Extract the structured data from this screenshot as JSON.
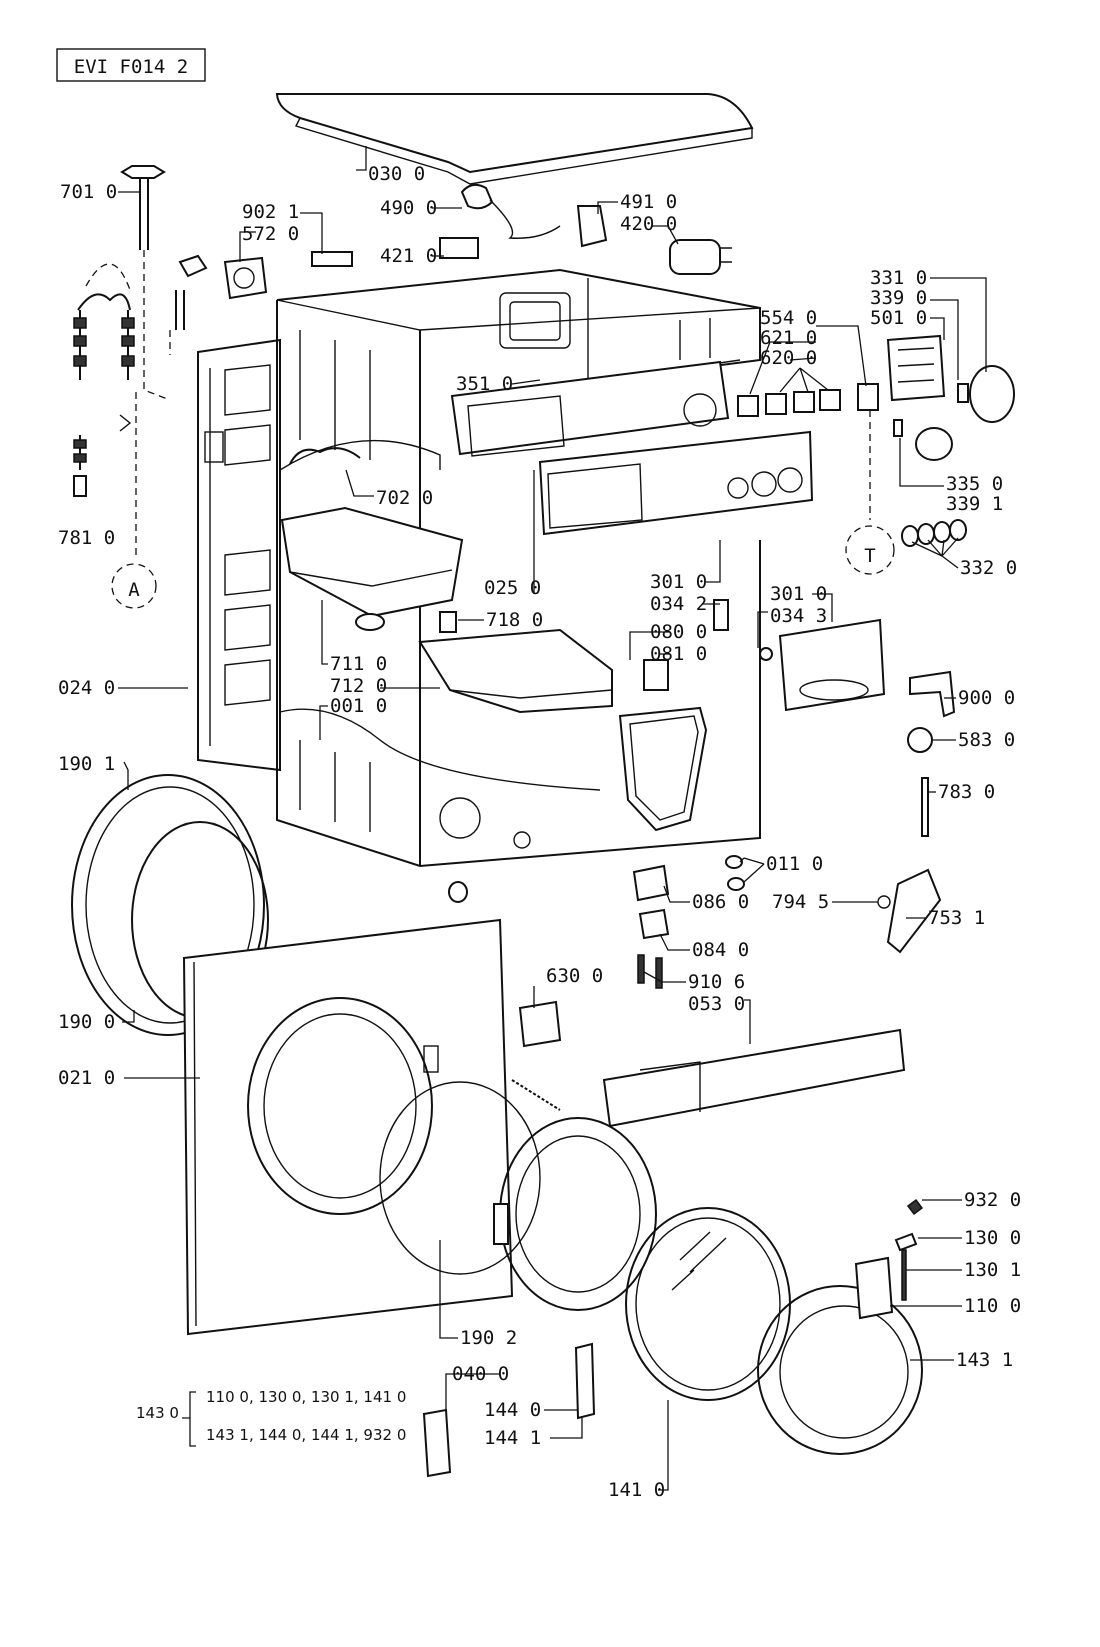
{
  "model_code": "EVI F014 2",
  "callouts": {
    "c0300": "030 0",
    "c7010": "701 0",
    "c4900": "490 0",
    "c4910": "491 0",
    "c4200": "420 0",
    "c9021": "902 1",
    "c5720": "572 0",
    "c4210": "421 0",
    "c3310": "331 0",
    "c3390": "339 0",
    "c5010": "501 0",
    "c5540": "554 0",
    "c6210": "621 0",
    "c6200": "620 0",
    "c3510": "351 0",
    "c3350": "335 0",
    "c3391": "339 1",
    "c7020": "702 0",
    "c7810": "781 0",
    "c3320": "332 0",
    "c0250": "025 0",
    "c3010a": "301 0",
    "c3010b": "301 0",
    "c0342": "034 2",
    "c0343": "034 3",
    "c7180": "718 0",
    "c0800": "080 0",
    "c0810": "081 0",
    "c9000": "900 0",
    "c7110": "711 0",
    "c7120": "712 0",
    "c0010": "001 0",
    "c0240": "024 0",
    "c5830": "583 0",
    "c1901": "190 1",
    "c7830": "783 0",
    "c0110": "011 0",
    "c0860": "086 0",
    "c7945": "794 5",
    "c7531": "753 1",
    "c0840": "084 0",
    "c6300": "630 0",
    "c9106": "910 6",
    "c0530": "053 0",
    "c1900": "190 0",
    "c0210": "021 0",
    "c9320": "932 0",
    "c1300": "130 0",
    "c1301": "130 1",
    "c1100": "110 0",
    "c1902": "190 2",
    "c1431": "143 1",
    "c0400": "040 0",
    "c1440": "144 0",
    "c1441": "144 1",
    "c1410": "141 0"
  },
  "circle_refs": {
    "a": "A",
    "t": "T"
  },
  "kit": {
    "code": "143 0",
    "line1": "110 0, 130 0, 130 1, 141 0",
    "line2": "143 1, 144 0, 144 1, 932 0"
  }
}
